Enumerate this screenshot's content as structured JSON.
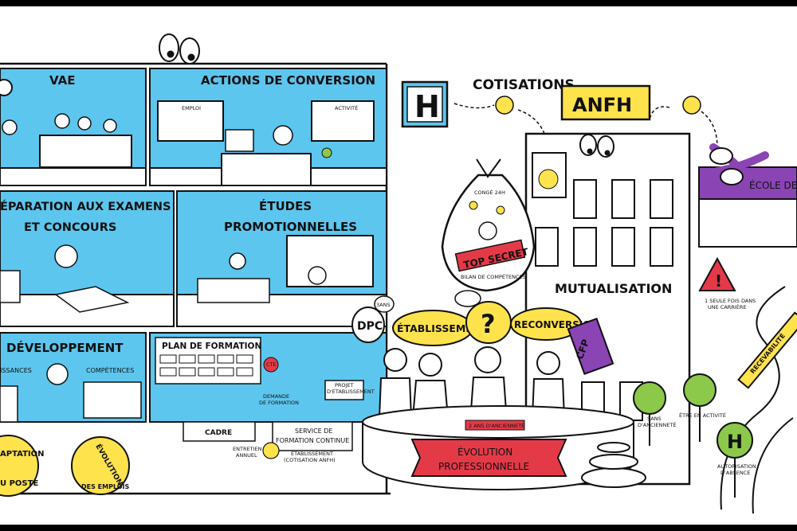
{
  "building": {
    "rooms": {
      "vae": "VAE",
      "conversion": "ACTIONS DE CONVERSION",
      "conversion_emploi": "EMPLOI",
      "conversion_activite": "ACTIVITÉ",
      "examens_line1": "ÉPARATION AUX EXAMENS",
      "examens_line2": "ET CONCOURS",
      "etudes_line1": "ÉTUDES",
      "etudes_line2": "PROMOTIONNELLES",
      "developpement": "DÉVELOPPEMENT",
      "dev_connaissances": "ISSANCES",
      "dev_competences": "COMPÉTENCES",
      "plan_formation": "PLAN DE FORMATION",
      "cadre": "CADRE",
      "service_line1": "SERVICE DE",
      "service_line2": "FORMATION CONTINUE",
      "entretien_line1": "ENTRETIEN",
      "entretien_line2": "ANNUEL",
      "etablissement_small_line1": "ÉTABLISSEMENT",
      "etablissement_small_line2": "(COTISATION ANFH)",
      "projet_line1": "PROJET",
      "projet_line2": "D'ÉTABLISSEMENT",
      "demande_line1": "DEMANDE",
      "demande_line2": "DE FORMATION",
      "cte": "CTE"
    },
    "badges": {
      "adaptation_line1": "APTATION",
      "adaptation_line2": "U POSTE",
      "evolution_line1": "ÉVOLUTION",
      "evolution_line2": "DES EMPLOIS"
    }
  },
  "hospital_sign": "H",
  "cotisations": "COTISATIONS",
  "anfh": {
    "sign": "ANFH",
    "mutualisation": "MUTUALISATION"
  },
  "bag": {
    "conge": "CONGÉ 24H",
    "top_secret": "TOP SECRET",
    "bilan": "BILAN DE COMPÉTENCES"
  },
  "clouds": {
    "dpc": "DPC",
    "trois_ans": "3ANS",
    "etablissement": "ÉTABLISSEMENT",
    "question": "?",
    "reconversion": "RECONVERSION"
  },
  "cfp": "CFP",
  "podium": {
    "anciennete": "2 ANS D'ANCIENNETÉ",
    "banner_line1": "ÉVOLUTION",
    "banner_line2": "PROFESSIONNELLE"
  },
  "ecole": "ÉCOLE DE C",
  "warning_text_line1": "1 SEULE FOIS DANS",
  "warning_text_line2": "UNE CARRIÈRE",
  "recevabilite": "RECEVABILITÉ",
  "signs": {
    "sans_anciennete_line1": "SANS",
    "sans_anciennete_line2": "D'ANCIENNETÉ",
    "etre_activite": "ÊTRE EN ACTIVITÉ",
    "autorisation_line1": "AUTORISATION",
    "autorisation_line2": "D'ABSENCE"
  },
  "colors": {
    "room_blue": "#5cc6ee",
    "yellow": "#ffe34d",
    "purple": "#8a44b4",
    "red": "#e43a48",
    "green": "#8cc84a",
    "ink": "#111111"
  }
}
